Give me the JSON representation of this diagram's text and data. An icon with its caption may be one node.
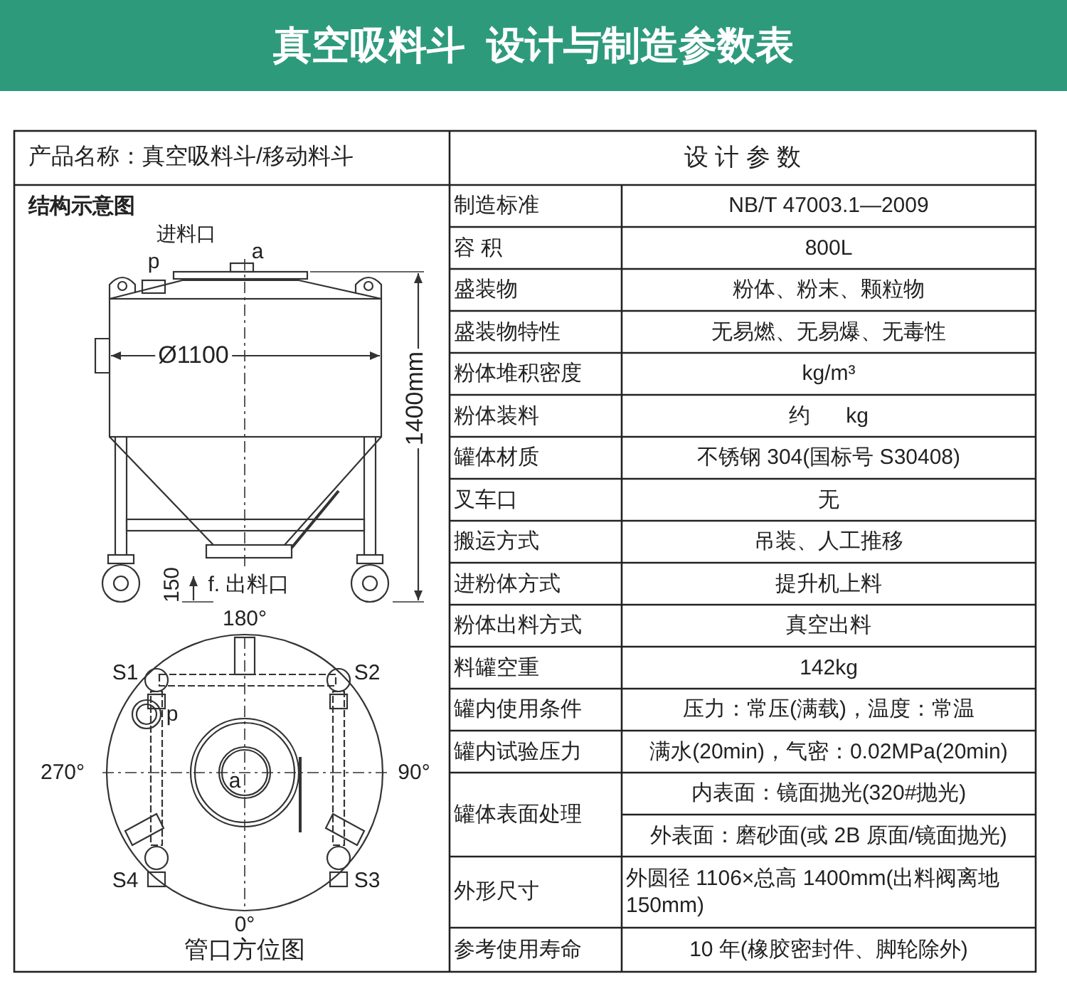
{
  "diagram": {
    "title": "真空吸料斗  设计与制造参数表",
    "labels": [
      "产品名称：真空吸料斗/移动料斗",
      "设 计 参 数",
      "结构示意图",
      "进料口",
      "p",
      "a",
      "Ø1100",
      "1400mm",
      "150",
      "f. 出料口",
      "180°",
      "S1",
      "S2",
      "p",
      "270°",
      "a",
      "90°",
      "S4",
      "S3",
      "0°",
      "管口方位图",
      "制造标准",
      "NB/T 47003.1—2009",
      "容 积",
      "800L",
      "盛装物",
      "粉体、粉末、颗粒物",
      "盛装物特性",
      "无易燃、无易爆、无毒性",
      "粉体堆积密度",
      "kg/m³",
      "粉体装料",
      "约      kg",
      "罐体材质",
      "不锈钢 304(国标号 S30408)",
      "叉车口",
      "无",
      "搬运方式",
      "吊装、人工推移",
      "进粉体方式",
      "提升机上料",
      "粉体出料方式",
      "真空出料",
      "料罐空重",
      "142kg",
      "罐内使用条件",
      "压力：常压(满载)，温度：常温",
      "罐内试验压力",
      "满水(20min)，气密：0.02MPa(20min)",
      "罐体表面处理",
      "内表面：镜面抛光(320#抛光)",
      "外表面：磨砂面(或 2B 原面/镜面抛光)",
      "外形尺寸",
      "外圆径 1106×总高 1400mm(出料阀离地 150mm)",
      "参考使用寿命",
      "10 年(橡胶密封件、脚轮除外)"
    ]
  }
}
